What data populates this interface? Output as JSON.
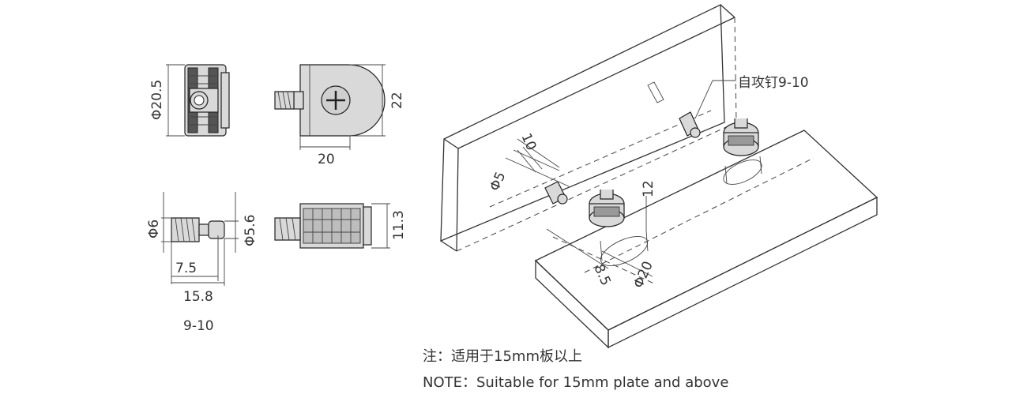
{
  "labels": {
    "cam_diameter": "Φ20.5",
    "cam_height": "22",
    "cam_width": "20",
    "bolt_head_dia": "Φ6",
    "bolt_shank_dia": "Φ5.6",
    "bolt_thread_len": "7.5",
    "bolt_total_len": "15.8",
    "bolt_code": "9-10",
    "cam_side_height": "11.3",
    "screw_callout": "自攻钉9-10",
    "hole_spacing": "10",
    "hole_small_dia": "Φ5",
    "cam_depth": "12",
    "edge_distance": "8.5",
    "cam_hole_dia": "Φ20"
  },
  "notes": {
    "line_cn": "注：适用于15mm板以上",
    "line_en": "NOTE：Suitable for 15mm plate and above"
  }
}
